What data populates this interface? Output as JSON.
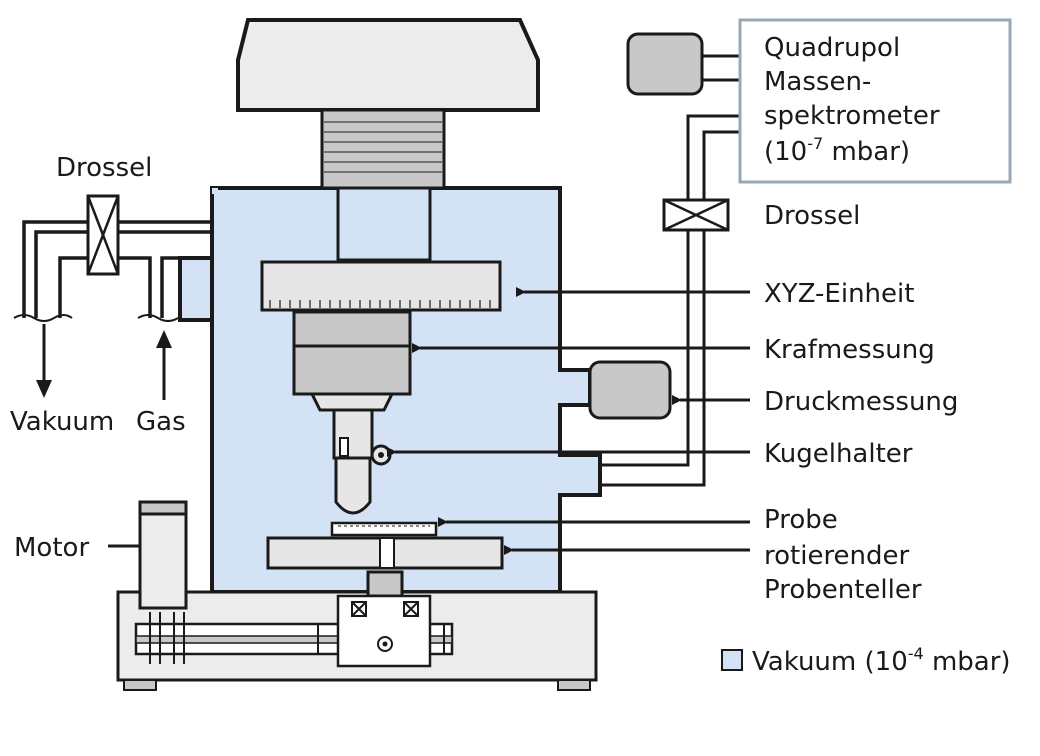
{
  "labels": {
    "quadrupol_line1": "Quadrupol",
    "quadrupol_line2": "Massen-",
    "quadrupol_line3": "spektrometer",
    "quadrupol_line4_pre": "(10",
    "quadrupol_line4_exp": "-7",
    "quadrupol_line4_post": " mbar)",
    "drossel_left": "Drossel",
    "drossel_right": "Drossel",
    "xyz": "XYZ-Einheit",
    "kraft": "Krafmessung",
    "druck": "Druckmessung",
    "kugel": "Kugelhalter",
    "probe": "Probe",
    "teller_line1": "rotierender",
    "teller_line2": "Probenteller",
    "vakuum_out": "Vakuum",
    "gas": "Gas",
    "motor": "Motor"
  },
  "legend": {
    "pre": "Vakuum (10",
    "exp": "-4",
    "post": " mbar)",
    "swatch_color": "#d3e3f5"
  },
  "colors": {
    "vacuum_fill": "#d3e3f5",
    "component_gray": "#c8c8c8",
    "light_gray": "#e6e6e6",
    "stroke": "#1a1a1a",
    "ms_box_border": "#9aa7b4"
  }
}
